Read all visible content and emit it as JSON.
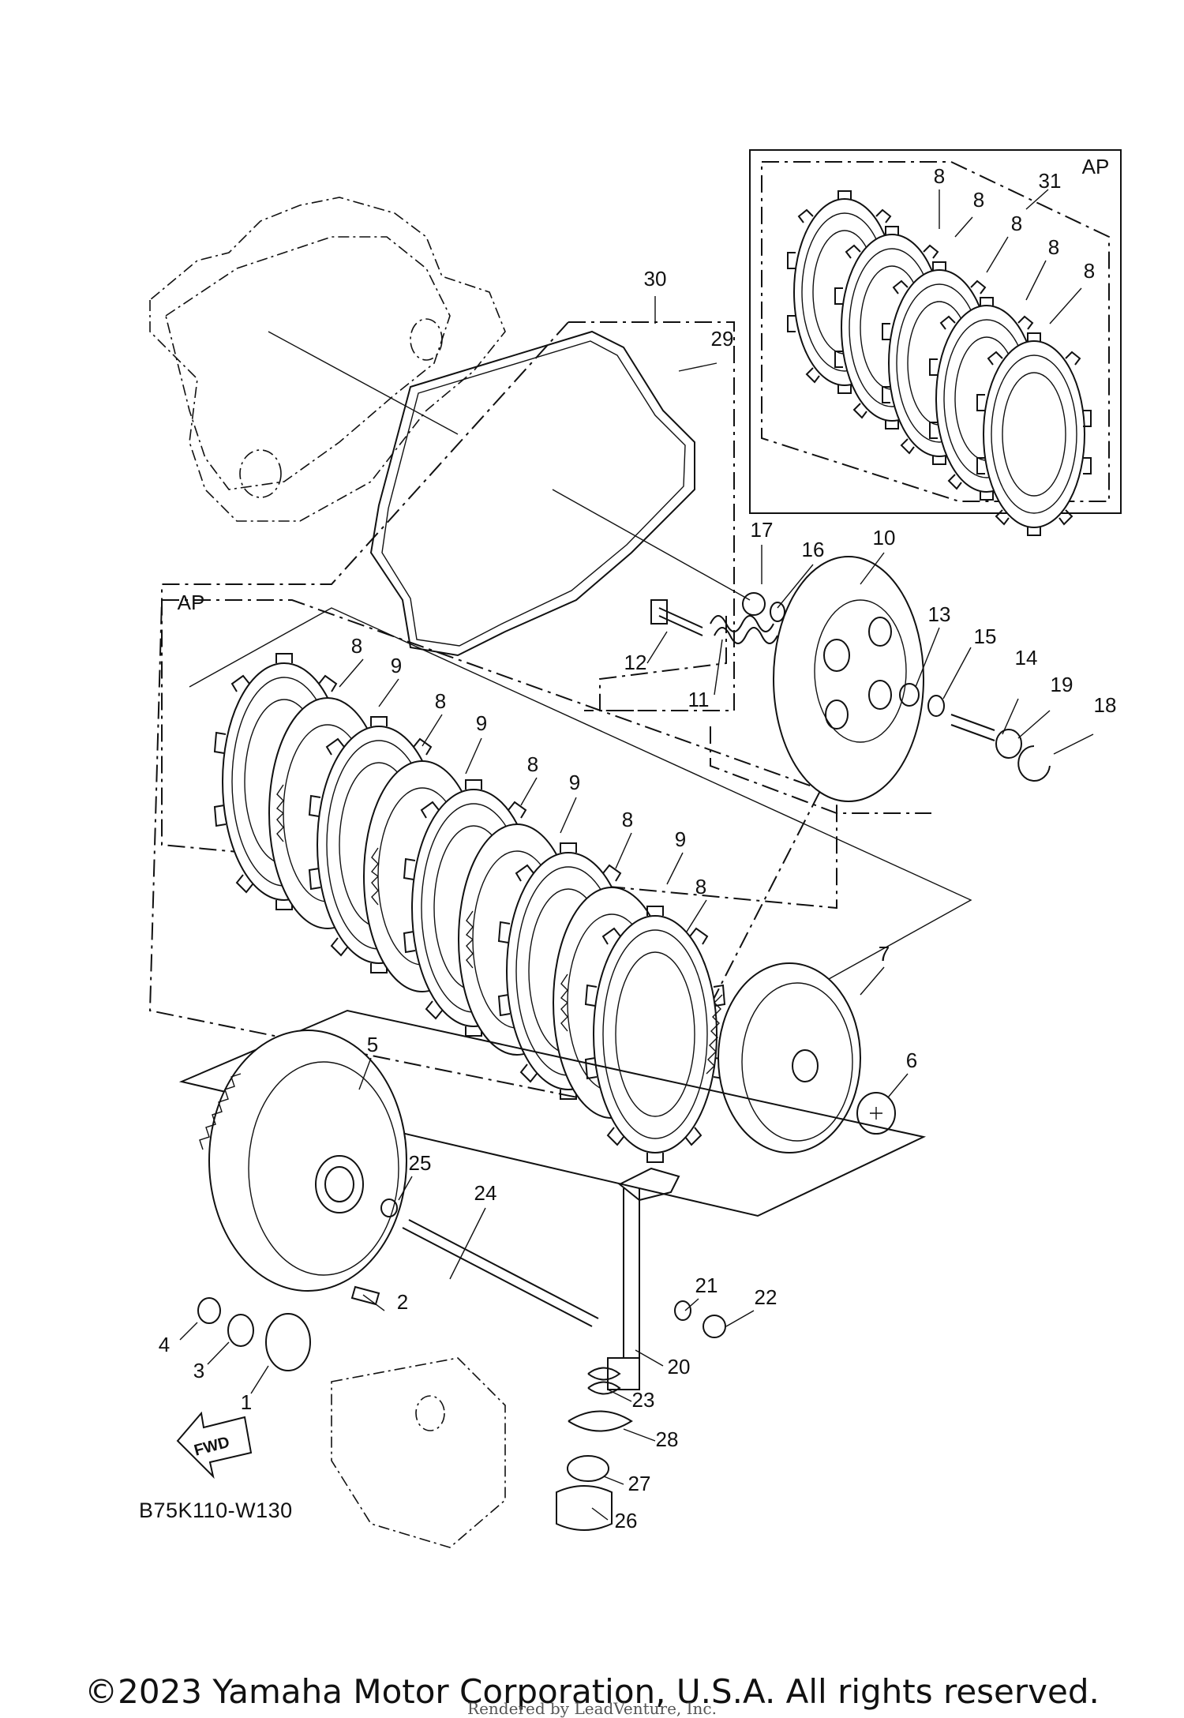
{
  "diagram": {
    "code": "B75K110-W130",
    "fwd_label": "FWD",
    "group_labels": {
      "left_set": "AP",
      "right_set": "AP"
    },
    "callouts": {
      "1": "1",
      "2": "2",
      "3": "3",
      "4": "4",
      "5": "5",
      "6": "6",
      "7": "7",
      "8": "8",
      "9": "9",
      "10": "10",
      "11": "11",
      "12": "12",
      "13": "13",
      "14": "14",
      "15": "15",
      "16": "16",
      "17": "17",
      "18": "18",
      "19": "19",
      "20": "20",
      "21": "21",
      "22": "22",
      "23": "23",
      "24": "24",
      "25": "25",
      "26": "26",
      "27": "27",
      "28": "28",
      "29": "29",
      "30": "30",
      "31": "31"
    }
  },
  "footer": {
    "copyright": "©2023 Yamaha Motor Corporation, U.S.A. All rights reserved.",
    "rendered_by": "Rendered by LeadVenture, Inc."
  }
}
